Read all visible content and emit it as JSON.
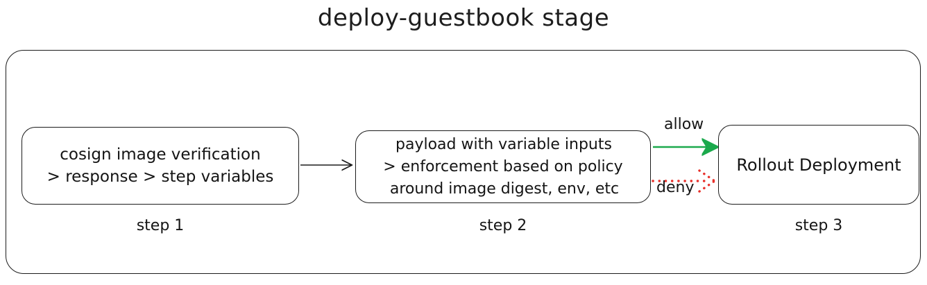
{
  "title": "deploy-guestbook stage",
  "colors": {
    "stroke": "#1b1b1b",
    "background": "#ffffff",
    "allow": "#1ba94c",
    "deny": "#e8302a",
    "text": "#141414"
  },
  "container": {
    "name": "deploy-guestbook stage container"
  },
  "steps": [
    {
      "id": "step1",
      "caption": "step 1",
      "lines": [
        "cosign image verification",
        "> response > step variables"
      ]
    },
    {
      "id": "step2",
      "caption": "step 2",
      "lines": [
        "payload with variable inputs",
        "> enforcement based on policy",
        "around image digest, env, etc"
      ]
    },
    {
      "id": "step3",
      "caption": "step 3",
      "lines": [
        "Rollout Deployment"
      ]
    }
  ],
  "edges": [
    {
      "id": "step1-to-step2",
      "label": "",
      "style": "solid",
      "color": "#1b1b1b"
    },
    {
      "id": "allow-edge",
      "label": "allow",
      "style": "solid",
      "color": "#1ba94c"
    },
    {
      "id": "deny-edge",
      "label": "deny",
      "style": "dotted",
      "color": "#e8302a"
    }
  ]
}
